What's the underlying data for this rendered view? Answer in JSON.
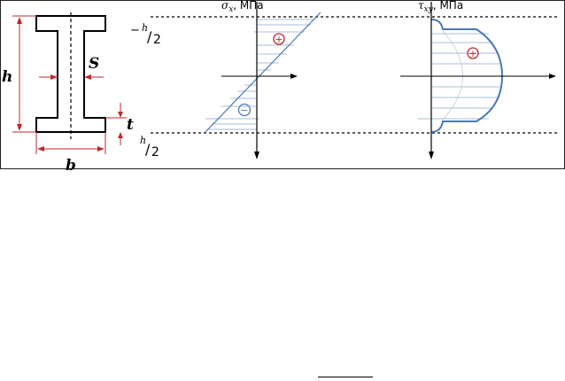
{
  "section_labels": {
    "height": "h",
    "width": "b",
    "web_thickness": "S",
    "flange_thickness": "t"
  },
  "axis_labels": {
    "top_minus": "−",
    "half_height_num": "h",
    "half_height_den": "2"
  },
  "sigma_plot": {
    "title_symbol": "σ",
    "title_sub": "x",
    "title_units": ", МПа",
    "positive_sign": "+",
    "negative_sign": "−"
  },
  "tau_plot": {
    "title_symbol": "τ",
    "title_sub": "xy",
    "title_units": ", МПа",
    "positive_sign": "+"
  },
  "colors": {
    "dimension": "#c0282d",
    "stress_edge": "#4a78b8",
    "hatch": "#a9bfdd",
    "sign": "#c0282d",
    "sign_negative": "#4a78b8",
    "outline": "#000000"
  }
}
